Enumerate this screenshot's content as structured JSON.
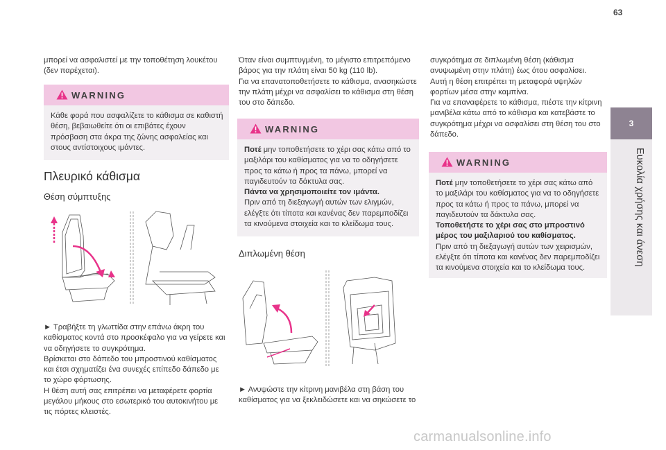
{
  "page_number": "63",
  "chapter": {
    "number": "3",
    "title": "Ευκολία χρήσης και άνεση"
  },
  "col1": {
    "intro": "μπορεί να ασφαλιστεί με την τοποθέτηση λουκέτου (δεν παρέχεται).",
    "warning": {
      "label": "WARNING",
      "text": "Κάθε φορά που ασφαλίζετε το κάθισμα σε καθιστή θέση, βεβαιωθείτε ότι οι επιβάτες έχουν πρόσβαση στα άκρα της ζώνης ασφαλείας και στους αντίστοιχους ιμάντες."
    },
    "heading": "Πλευρικό κάθισμα",
    "subheading": "Θέση σύμπτυξης",
    "body": "►  Τραβήξτε τη γλωττίδα στην επάνω άκρη του καθίσματος κοντά στο προσκέφαλο για να γείρετε και να οδηγήσετε το συγκρότημα.\nΒρίσκεται στο δάπεδο του μπροστινού καθίσματος και έτσι σχηματίζει ένα συνεχές επίπεδο δάπεδο με το χώρο φόρτωσης.\nΗ θέση αυτή σας επιτρέπει να μεταφέρετε φορτία μεγάλου μήκους στο εσωτερικό του αυτοκινήτου με τις πόρτες κλειστές."
  },
  "col2": {
    "intro": "Όταν είναι συμπτυγμένη, το μέγιστο επιτρεπόμενο βάρος για την πλάτη είναι 50 kg (110 lb).\nΓια να επανατοποθετήσετε το κάθισμα, ανασηκώστε την πλάτη μέχρι να ασφαλίσει το κάθισμα στη θέση του στο δάπεδο.",
    "warning": {
      "label": "WARNING",
      "bold1": "Ποτέ",
      "text1": " μην τοποθετήσετε το χέρι σας κάτω από το μαξιλάρι του καθίσματος για να το οδηγήσετε προς τα κάτω ή προς τα πάνω, μπορεί να παγιδευτούν τα δάκτυλα σας.",
      "bold2": "Πάντα να χρησιμοποιείτε τον ιμάντα.",
      "text2": "Πριν από τη διεξαγωγή αυτών των ελιγμών, ελέγξτε ότι τίποτα και κανένας δεν παρεμποδίζει τα κινούμενα στοιχεία και το κλείδωμα τους."
    },
    "heading": "Διπλωμένη θέση",
    "body": "►  Ανυψώστε την κίτρινη μανιβέλα στη βάση του καθίσματος για να ξεκλειδώσετε και να σηκώσετε το"
  },
  "col3": {
    "intro": "συγκρότημα σε διπλωμένη θέση (κάθισμα ανυψωμένη στην πλάτη) έως ότου ασφαλίσει.\nΑυτή η θέση επιτρέπει τη μεταφορά υψηλών φορτίων μέσα στην καμπίνα.\nΓια να επαναφέρετε το κάθισμα, πιέστε την κίτρινη μανιβέλα κάτω από το κάθισμα και κατεβάστε το συγκρότημα μέχρι να ασφαλίσει στη θέση του στο δάπεδο.",
    "warning": {
      "label": "WARNING",
      "bold1": "Ποτέ",
      "text1": " μην τοποθετήσετε το χέρι σας κάτω από το μαξιλάρι του καθίσματος για να το οδηγήσετε προς τα κάτω ή προς τα πάνω, μπορεί να παγιδευτούν τα δάκτυλα σας.",
      "bold2": "Τοποθετήστε το χέρι σας στο μπροστινό μέρος του μαξιλαριού του καθίσματος.",
      "text2": "Πριν από τη διεξαγωγή αυτών των χειρισμών, ελέγξτε ότι τίποτα και κανένας δεν παρεμποδίζει τα κινούμενα στοιχεία και το κλείδωμα τους."
    }
  },
  "footer": "carmanualsonline.info",
  "colors": {
    "accent": "#f2c7e2",
    "tab": "#8e8392",
    "arrow": "#e8338a"
  }
}
